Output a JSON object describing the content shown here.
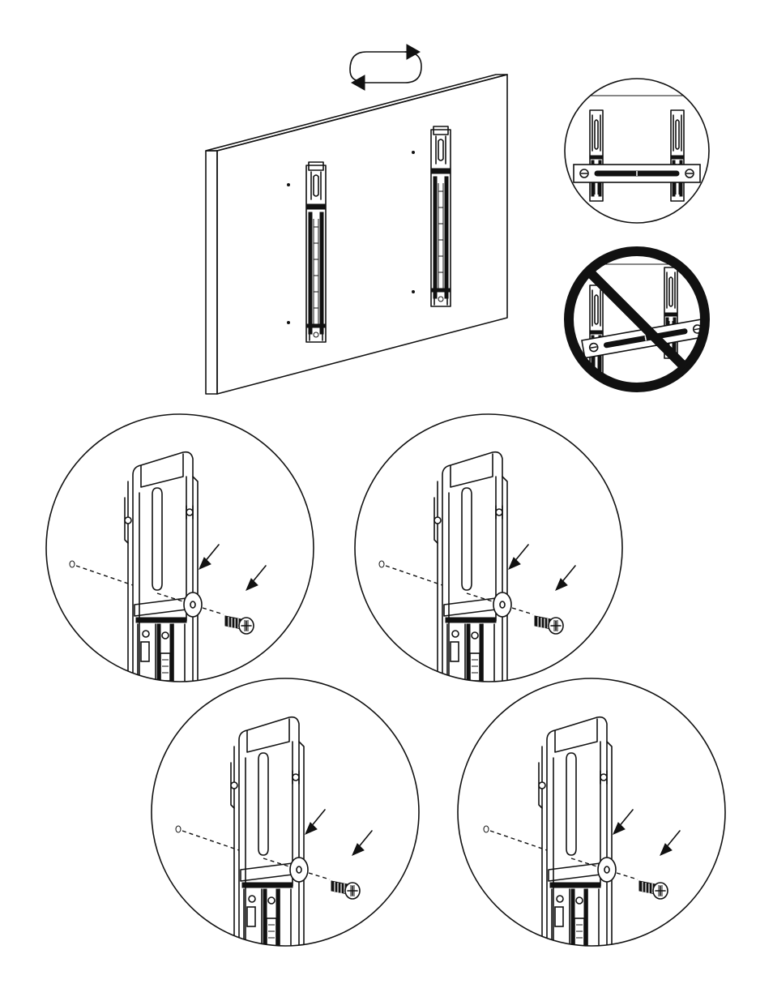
{
  "diagram": {
    "steps": [
      {
        "id": "overview"
      },
      {
        "id": "level-correct",
        "status": "correct"
      },
      {
        "id": "level-incorrect",
        "status": "incorrect"
      },
      {
        "id": "detail-top-left"
      },
      {
        "id": "detail-top-right"
      },
      {
        "id": "detail-bottom-left"
      },
      {
        "id": "detail-bottom-right"
      }
    ],
    "icons": [
      "rotate-arrows-icon",
      "prohibited-icon",
      "bubble-level-icon",
      "washer-icon",
      "screw-icon",
      "arrow-icon"
    ],
    "colors": {
      "line": "#111111",
      "background": "#ffffff",
      "wall": "#ffffff"
    }
  }
}
